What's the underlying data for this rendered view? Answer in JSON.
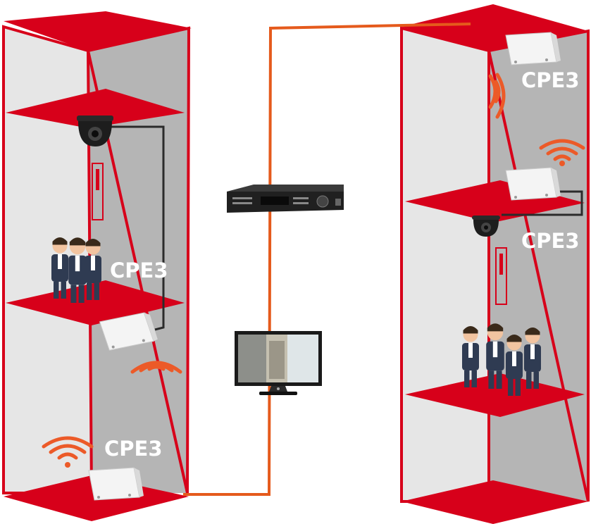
{
  "labels": {
    "left_mid": "CPE3",
    "left_bottom": "CPE3",
    "right_top": "CPE3",
    "right_mid": "CPE3"
  },
  "colors": {
    "shaft_red": "#d7001a",
    "shaft_back": "#b5b5b5",
    "shaft_side": "#e6e6e6",
    "cable_orange": "#e55a1c",
    "cable_dark": "#2b2b2b",
    "signal": "#ec5a28",
    "label_text": "#ffffff"
  },
  "icons": {
    "camera_left": "dome-camera-icon",
    "camera_right": "dome-camera-icon",
    "nvr": "nvr-recorder-icon",
    "monitor": "monitor-icon",
    "cpe": "cpe-access-point-icon",
    "signal": "wifi-signal-icon"
  }
}
